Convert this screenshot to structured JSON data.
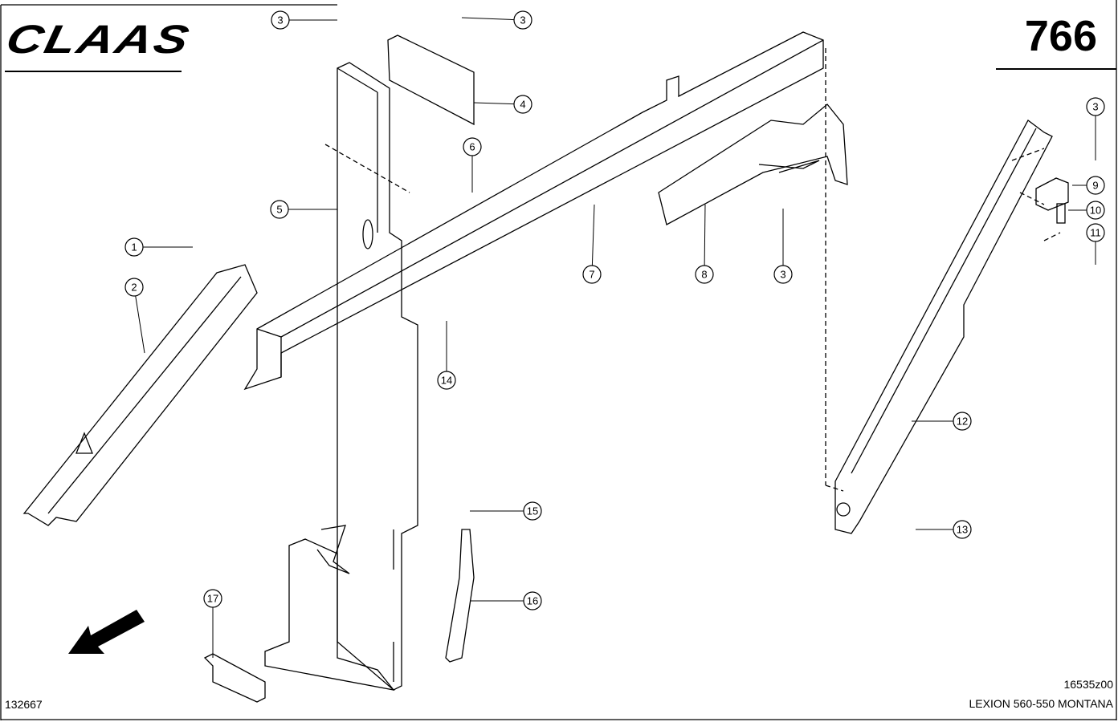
{
  "header": {
    "brand": "CLAAS",
    "page_number": "766"
  },
  "footer": {
    "drawing_number": "132667",
    "reference": "16535z00",
    "model": "LEXION 560-550 MONTANA"
  },
  "callouts": [
    "3",
    "3",
    "4",
    "6",
    "5",
    "1",
    "2",
    "7",
    "8",
    "3",
    "3",
    "9",
    "10",
    "11",
    "14",
    "12",
    "15",
    "13",
    "16",
    "17"
  ],
  "colors": {
    "line": "#000000",
    "background": "#ffffff"
  }
}
